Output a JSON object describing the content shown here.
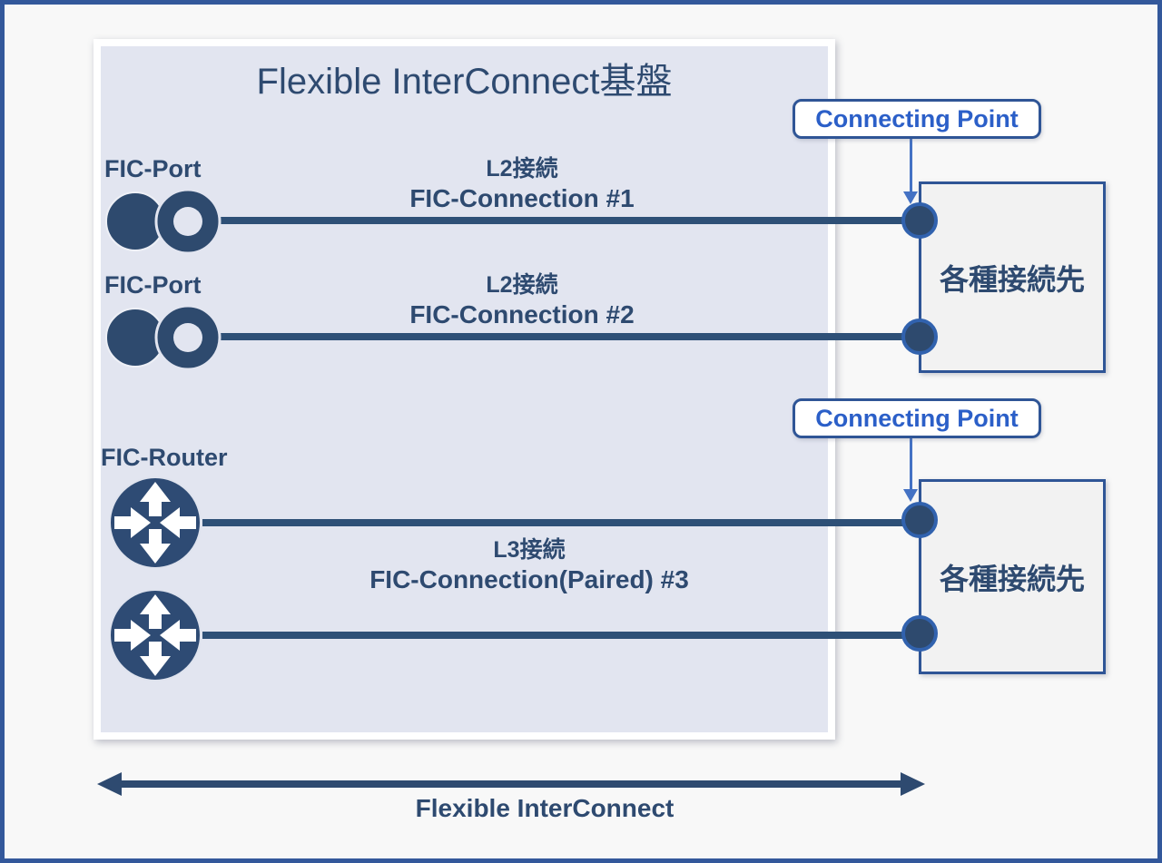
{
  "colors": {
    "navy_text": "#2E4A70",
    "connection_line": "#2E5077",
    "panel_fill": "#E2E5F0",
    "destination_box_fill": "#F2F2F2",
    "destination_box_border": "#2F5596",
    "dot_fill": "#2E4A6E",
    "dot_ring": "#3162AE",
    "connecting_point_text": "#2B5FC8",
    "thin_arrow": "#4472C4",
    "outer_border": "#33589B",
    "page_background": "#F8F8F8"
  },
  "diagram": {
    "title": "Flexible InterConnect基盤",
    "port_rows": [
      {
        "device_label": "FIC-Port",
        "connection_type": "L2接続",
        "connection_name": "FIC-Connection #1"
      },
      {
        "device_label": "FIC-Port",
        "connection_type": "L2接続",
        "connection_name": "FIC-Connection #2"
      }
    ],
    "router_section": {
      "device_label": "FIC-Router",
      "connection_type": "L3接続",
      "connection_name": "FIC-Connection(Paired) #3"
    },
    "connecting_points": [
      {
        "label": "Connecting Point"
      },
      {
        "label": "Connecting Point"
      }
    ],
    "destination_boxes": [
      {
        "label": "各種接続先"
      },
      {
        "label": "各種接続先"
      }
    ],
    "bottom_arrow_label": "Flexible InterConnect"
  }
}
